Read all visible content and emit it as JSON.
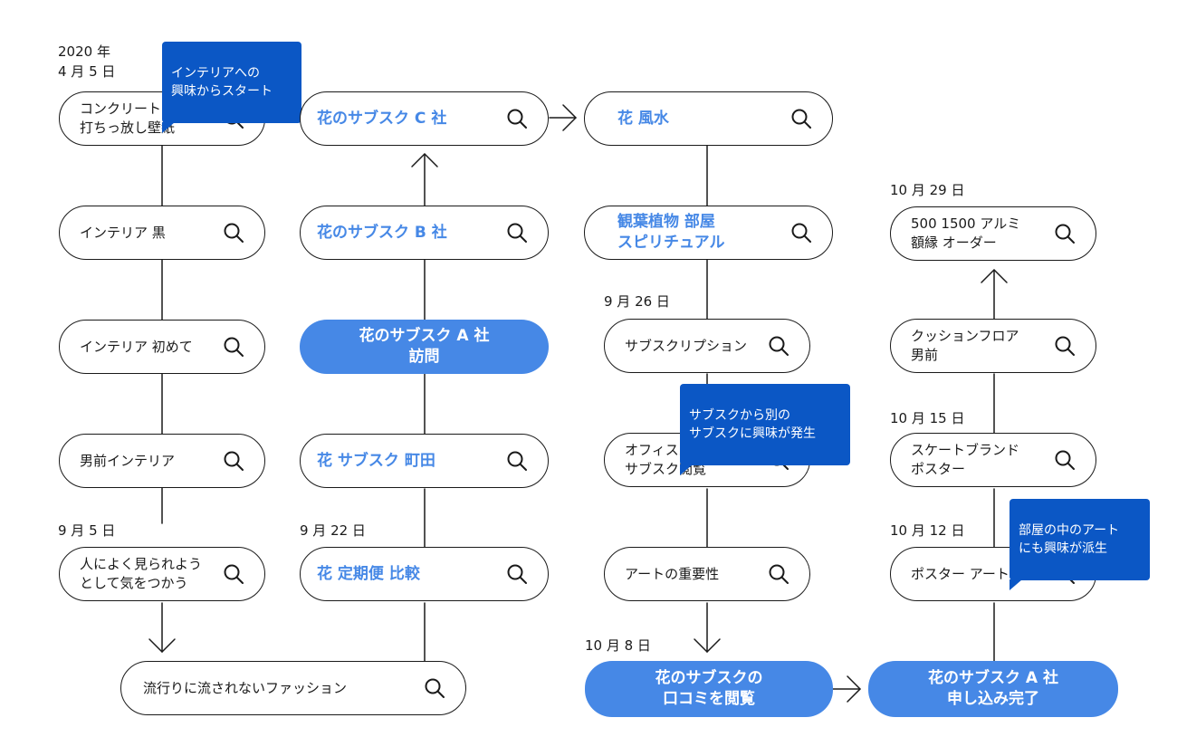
{
  "colors": {
    "accent": "#4688e6",
    "callout": "#0b57c5",
    "line": "#1a1a1a"
  },
  "nodes": {
    "concrete_wallpaper": "コンクリート\n打ちっ放し壁紙",
    "interior_black": "インテリア 黒",
    "interior_first": "インテリア 初めて",
    "manly_interior": "男前インテリア",
    "be_seen": "人によく見られよう\nとして気をつかう",
    "fashion": "流行りに流されないファッション",
    "flower_c": "花のサブスク C 社",
    "flower_b": "花のサブスク B 社",
    "flower_a_visit": "花のサブスク A 社\n訪問",
    "flower_machida": "花 サブスク 町田",
    "flower_regular": "花 定期便 比較",
    "flower_fengshui": "花 風水",
    "plants_spiritual": "観葉植物 部屋\nスピリチュアル",
    "subscription": "サブスクリプション",
    "office_furniture": "オフィス家具の\nサブスク閲覧",
    "art_importance": "アートの重要性",
    "flower_reviews": "花のサブスクの\n口コミを閲覧",
    "frame_order": "500 1500 アルミ\n額縁 オーダー",
    "cushion_floor": "クッションフロア\n男前",
    "skate_poster": "スケートブランド\nポスター",
    "poster_art": "ポスター アート",
    "flower_a_signup": "花のサブスク A 社\n申し込み完了"
  },
  "dates": {
    "d_2020_04_05": "2020 年\n4 月 5 日",
    "d_09_05": "9 月 5 日",
    "d_09_22": "9 月 22 日",
    "d_09_26": "9 月 26 日",
    "d_10_08": "10 月 8 日",
    "d_10_29": "10 月 29 日",
    "d_10_15": "10 月 15 日",
    "d_10_12": "10 月 12 日"
  },
  "callouts": {
    "interior_start": "インテリアへの\n興味からスタート",
    "sub_to_sub": "サブスクから別の\nサブスクに興味が発生",
    "art_interest": "部屋の中のアート\nにも興味が派生"
  }
}
